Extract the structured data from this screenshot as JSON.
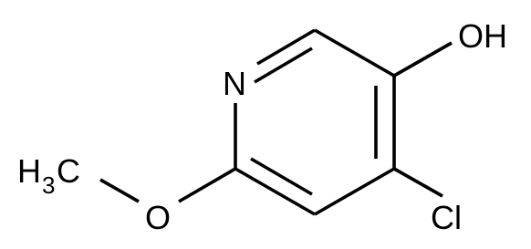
{
  "molecule": {
    "atoms": {
      "nitrogen": "N",
      "hydroxyl": "OH",
      "chlorine": "Cl",
      "ether_oxygen": "O",
      "methyl_h": "H",
      "methyl_subscript": "3",
      "methyl_c": "C"
    }
  }
}
